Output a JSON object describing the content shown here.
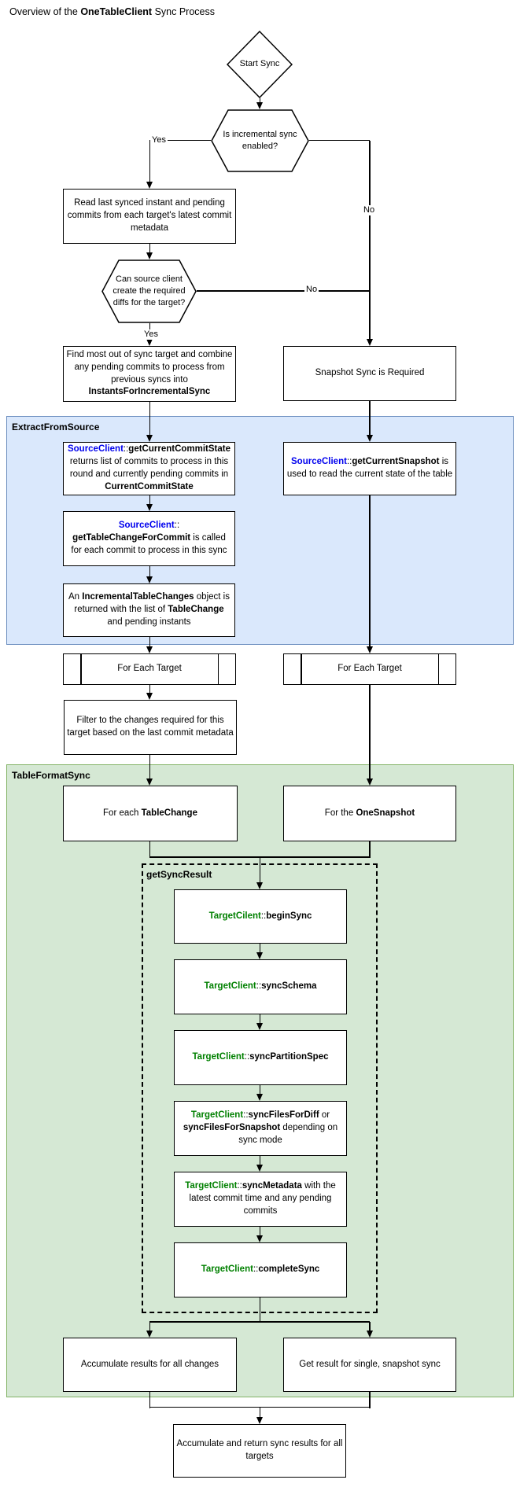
{
  "title": {
    "prefix": "Overview of the ",
    "emphasis": "OneTableClient",
    "suffix": " Sync Process"
  },
  "edge_labels": {
    "yes": "Yes",
    "no": "No"
  },
  "containers": {
    "extract_from_source": {
      "label": "ExtractFromSource",
      "fill": "#dae8fc",
      "stroke": "#6c8ebf"
    },
    "table_format_sync": {
      "label": "TableFormatSync",
      "fill": "#d5e8d4",
      "stroke": "#82b366"
    },
    "get_sync_result": {
      "label": "getSyncResult"
    }
  },
  "colors": {
    "source_client_text": "#0000ee",
    "target_client_text": "#008000",
    "box_border": "#000000",
    "line": "#000000",
    "background": "#ffffff"
  },
  "nodes": {
    "start": {
      "label": "Start Sync"
    },
    "hex_incremental": {
      "label": "Is incremental sync enabled?"
    },
    "read_last_synced": {
      "label": "Read last synced instant and pending commits from each target's latest commit metadata"
    },
    "hex_can_source": {
      "label": "Can source client create the required diffs for the target?"
    },
    "find_most_out_of_sync": {
      "segs": [
        "Find most out of sync target and combine any pending commits to process from previous syncs into ",
        "InstantsForIncrementalSync"
      ]
    },
    "snapshot_required": {
      "label": "Snapshot Sync is Required"
    },
    "get_current_commit_state": {
      "segs": [
        "SourceClient",
        "::",
        "getCurrentCommitState",
        " returns list of commits to process in this round and currently pending commits in ",
        "CurrentCommitState"
      ]
    },
    "get_current_snapshot": {
      "segs": [
        "SourceClient",
        "::",
        "getCurrentSnapshot",
        " is used to read the current state of the table"
      ]
    },
    "get_table_change_for_commit": {
      "segs": [
        "SourceClient",
        "::",
        "getTableChangeForCommit",
        " is called for each commit to process in this sync"
      ]
    },
    "incremental_table_changes": {
      "segs": [
        "An ",
        "IncrementalTableChanges",
        " object is returned with the list of ",
        "TableChange",
        " and pending instants"
      ]
    },
    "for_each_target_left": {
      "label": "For Each Target"
    },
    "for_each_target_right": {
      "label": "For Each Target"
    },
    "filter_changes": {
      "label": "Filter to the changes required for this target based on the last commit metadata"
    },
    "for_each_table_change": {
      "segs": [
        "For each ",
        "TableChange"
      ]
    },
    "for_the_one_snapshot": {
      "segs": [
        "For the ",
        "OneSnapshot"
      ]
    },
    "begin_sync": {
      "segs": [
        "TargetCilent",
        "::",
        "beginSync"
      ]
    },
    "sync_schema": {
      "segs": [
        "TargetClient",
        "::",
        "syncSchema"
      ]
    },
    "sync_partition_spec": {
      "segs": [
        "TargetClient",
        "::",
        "syncPartitionSpec"
      ]
    },
    "sync_files": {
      "segs": [
        "TargetClient",
        "::",
        "syncFilesForDiff",
        " or ",
        "syncFilesForSnapshot",
        " depending on sync mode"
      ]
    },
    "sync_metadata": {
      "segs": [
        "TargetClient",
        "::",
        "syncMetadata",
        " with the latest commit time and any pending commits"
      ]
    },
    "complete_sync": {
      "segs": [
        "TargetClient",
        "::",
        "completeSync"
      ]
    },
    "accumulate_changes": {
      "label": "Accumulate results for all changes"
    },
    "get_single_result": {
      "label": "Get result for single, snapshot sync"
    },
    "accumulate_return": {
      "label": "Accumulate and return sync results for all targets"
    }
  }
}
